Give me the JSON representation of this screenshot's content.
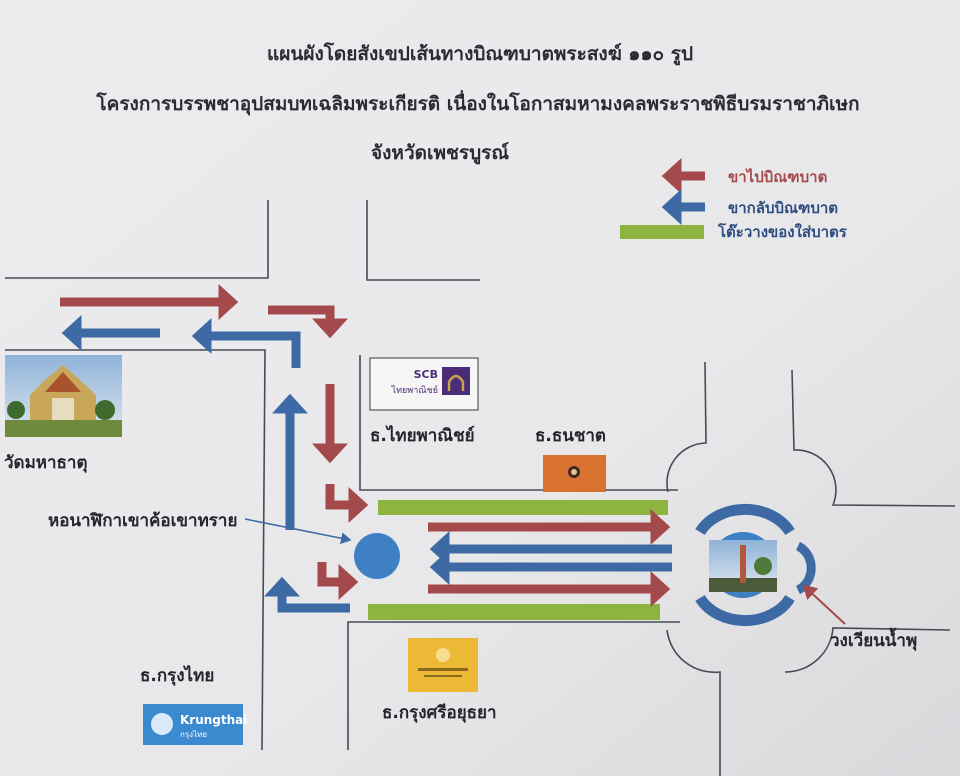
{
  "header": {
    "title_line1": "แผนผังโดยสังเขปเส้นทางบิณฑบาตพระสงฆ์ ๑๑๐ รูป",
    "title_line2": "โครงการบรรพชาอุปสมบทเฉลิมพระเกียรติ เนื่องในโอกาสมหามงคลพระราชพิธีบรมราชาภิเษก",
    "title_line3": "จังหวัดเพชรบูรณ์"
  },
  "legend": {
    "outbound": "ขาไปบิณฑบาต",
    "return": "ขากลับบิณฑบาต",
    "table": "โต๊ะวางของใส่บาตร"
  },
  "places": {
    "temple": "วัดมหาธาตุ",
    "scb": "ธ.ไทยพาณิชย์",
    "thanachart": "ธ.ธนชาต",
    "clock_tower": "หอนาฬิกาเขาค้อเขาทราย",
    "fountain_circle": "วงเวียนน้ำพุ",
    "krungthai": "ธ.กรุงไทย",
    "krungsri": "ธ.กรุงศรีอยุธยา"
  },
  "logos": {
    "scb_en": "SCB",
    "scb_th": "ไทยพาณิชย์",
    "krungthai_en": "Krungthai",
    "krungthai_th": "กรุงไทย"
  },
  "colors": {
    "outbound": "#a54a4c",
    "return": "#3d6aa5",
    "table": "#8db43e"
  }
}
